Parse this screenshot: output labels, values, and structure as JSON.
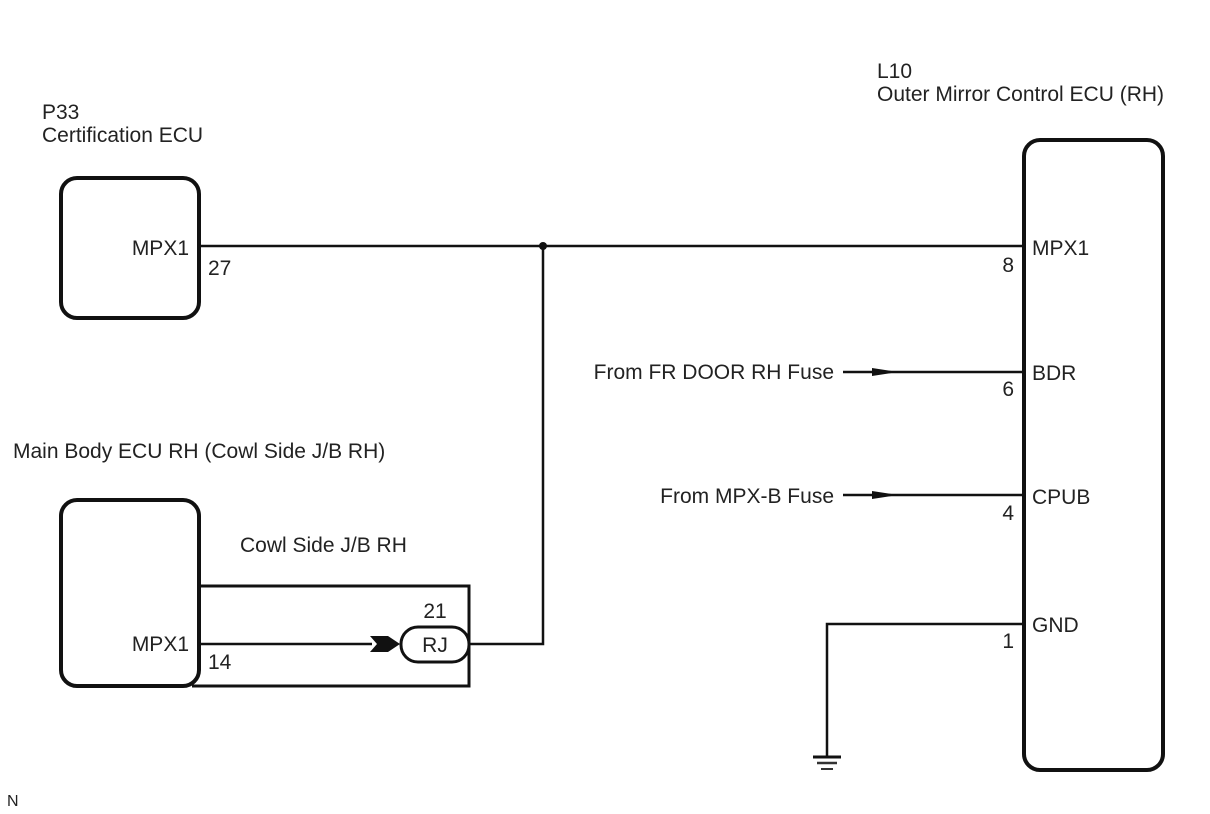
{
  "components": {
    "certification_ecu": {
      "code": "P33",
      "name": "Certification ECU",
      "pin_name": "MPX1",
      "pin_number": "27"
    },
    "outer_mirror_ecu": {
      "code": "L10",
      "name": "Outer Mirror Control ECU (RH)",
      "pins": [
        {
          "name": "MPX1",
          "number": "8"
        },
        {
          "name": "BDR",
          "number": "6"
        },
        {
          "name": "CPUB",
          "number": "4"
        },
        {
          "name": "GND",
          "number": "1"
        }
      ]
    },
    "main_body_ecu": {
      "name": "Main Body ECU RH (Cowl Side J/B RH)",
      "pin_name": "MPX1",
      "pin_number": "14"
    },
    "cowl_side_jb": {
      "name": "Cowl Side J/B RH",
      "connector": "RJ",
      "pin_number": "21"
    }
  },
  "power_sources": [
    {
      "label": "From FR DOOR RH Fuse",
      "to_pin": "BDR"
    },
    {
      "label": "From MPX-B Fuse",
      "to_pin": "CPUB"
    }
  ],
  "footer_mark": "N"
}
